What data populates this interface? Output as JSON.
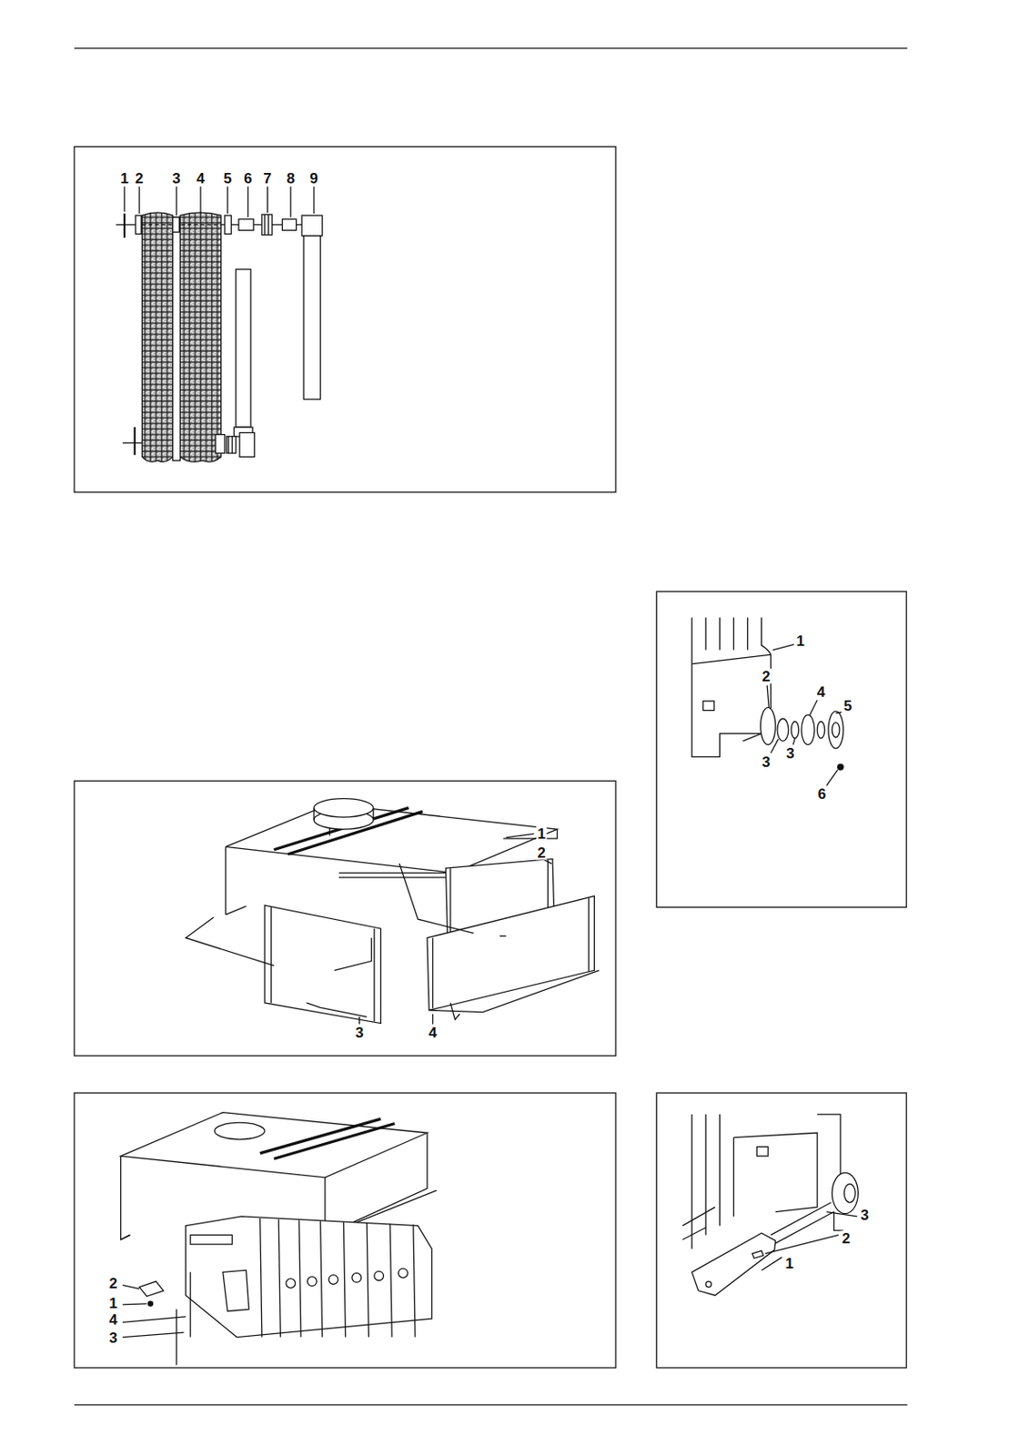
{
  "diagram": {
    "labels": [
      "1",
      "2",
      "3",
      "4",
      "5",
      "6",
      "7",
      "8",
      "9",
      "1",
      "2",
      "4",
      "5",
      "3",
      "3",
      "6",
      "1",
      "2",
      "3",
      "4",
      "4",
      "3",
      "2",
      "1",
      "1",
      "2",
      "3"
    ]
  }
}
